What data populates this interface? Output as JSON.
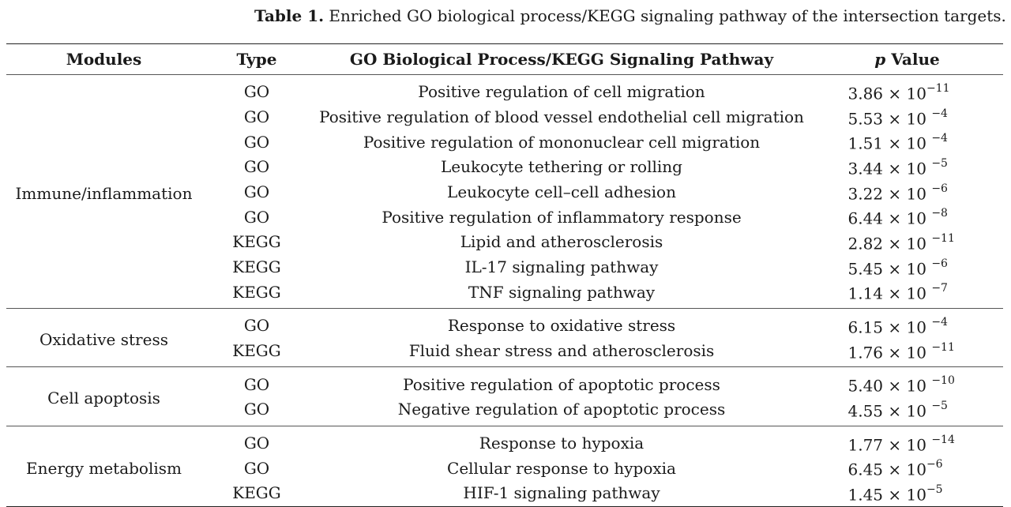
{
  "caption": {
    "label": "Table 1.",
    "text": " Enriched GO biological process/KEGG signaling pathway of the intersection targets."
  },
  "header": {
    "modules": "Modules",
    "type": "Type",
    "process": "GO Biological Process/KEGG Signaling Pathway",
    "p_letter": "p",
    "p_rest": " Value"
  },
  "groups": [
    {
      "module": "Immune/inflammation",
      "rows": [
        {
          "type": "GO",
          "process": "Positive regulation of cell migration",
          "mantissa": "3.86 × 10",
          "exp": "−11"
        },
        {
          "type": "GO",
          "process": "Positive regulation of blood vessel endothelial cell migration",
          "mantissa": "5.53 × 10 ",
          "exp": "−4"
        },
        {
          "type": "GO",
          "process": "Positive regulation of mononuclear cell migration",
          "mantissa": "1.51 × 10 ",
          "exp": "−4"
        },
        {
          "type": "GO",
          "process": "Leukocyte tethering or rolling",
          "mantissa": "3.44 × 10 ",
          "exp": "−5"
        },
        {
          "type": "GO",
          "process": "Leukocyte cell–cell adhesion",
          "mantissa": "3.22 × 10 ",
          "exp": "−6"
        },
        {
          "type": "GO",
          "process": "Positive regulation of inflammatory response",
          "mantissa": "6.44 × 10 ",
          "exp": "−8"
        },
        {
          "type": "KEGG",
          "process": "Lipid and atherosclerosis",
          "mantissa": "2.82 × 10 ",
          "exp": "−11"
        },
        {
          "type": "KEGG",
          "process": "IL-17 signaling pathway",
          "mantissa": "5.45 × 10 ",
          "exp": "−6"
        },
        {
          "type": "KEGG",
          "process": "TNF signaling pathway",
          "mantissa": "1.14 × 10 ",
          "exp": "−7"
        }
      ]
    },
    {
      "module": "Oxidative stress",
      "rows": [
        {
          "type": "GO",
          "process": "Response to oxidative stress",
          "mantissa": "6.15 × 10 ",
          "exp": "−4"
        },
        {
          "type": "KEGG",
          "process": "Fluid shear stress and atherosclerosis",
          "mantissa": "1.76 × 10 ",
          "exp": "−11"
        }
      ]
    },
    {
      "module": "Cell apoptosis",
      "rows": [
        {
          "type": "GO",
          "process": "Positive regulation of apoptotic process",
          "mantissa": "5.40 × 10 ",
          "exp": "−10"
        },
        {
          "type": "GO",
          "process": "Negative regulation of apoptotic process",
          "mantissa": "4.55 × 10 ",
          "exp": "−5"
        }
      ]
    },
    {
      "module": "Energy metabolism",
      "rows": [
        {
          "type": "GO",
          "process": "Response to hypoxia",
          "mantissa": "1.77 × 10 ",
          "exp": "−14"
        },
        {
          "type": "GO",
          "process": "Cellular response to hypoxia",
          "mantissa": "6.45 × 10",
          "exp": "−6"
        },
        {
          "type": "KEGG",
          "process": "HIF-1 signaling pathway",
          "mantissa": "1.45 × 10",
          "exp": "−5"
        }
      ]
    }
  ]
}
